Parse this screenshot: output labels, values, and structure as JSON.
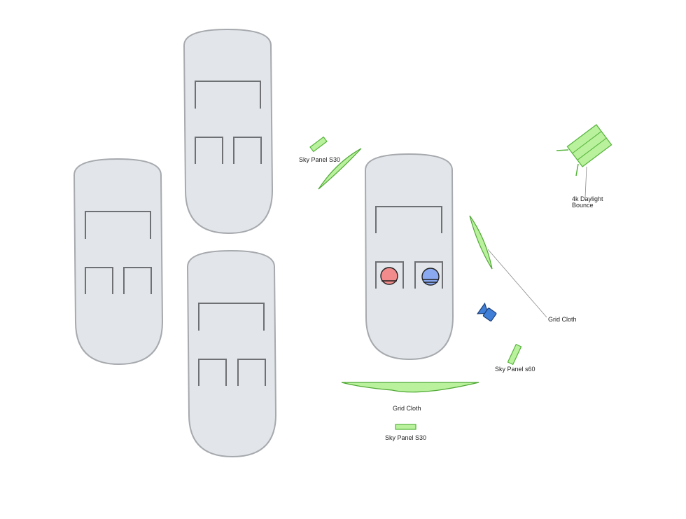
{
  "labels": {
    "sky_panel_s30_top": "Sky Panel S30",
    "daylight_line1": "4k Daylight",
    "daylight_line2": "Bounce",
    "grid_cloth_right": "Grid Cloth",
    "sky_panel_s60": "Sky Panel s60",
    "grid_cloth_bottom": "Grid Cloth",
    "sky_panel_s30_bottom": "Sky Panel S30"
  },
  "colors": {
    "car_fill": "#e2e6ea",
    "car_stroke": "#a6a9ad",
    "seat_stroke": "#6e7073",
    "light_fill": "#b9f19c",
    "light_stroke": "#54b33a",
    "actor_red": "#f28b8b",
    "actor_blue": "#8aa9f0",
    "camera_blue": "#3f7fd8"
  },
  "icons": {
    "camera": "camera-icon",
    "actor_left": "actor-red-icon",
    "actor_right": "actor-blue-icon"
  }
}
